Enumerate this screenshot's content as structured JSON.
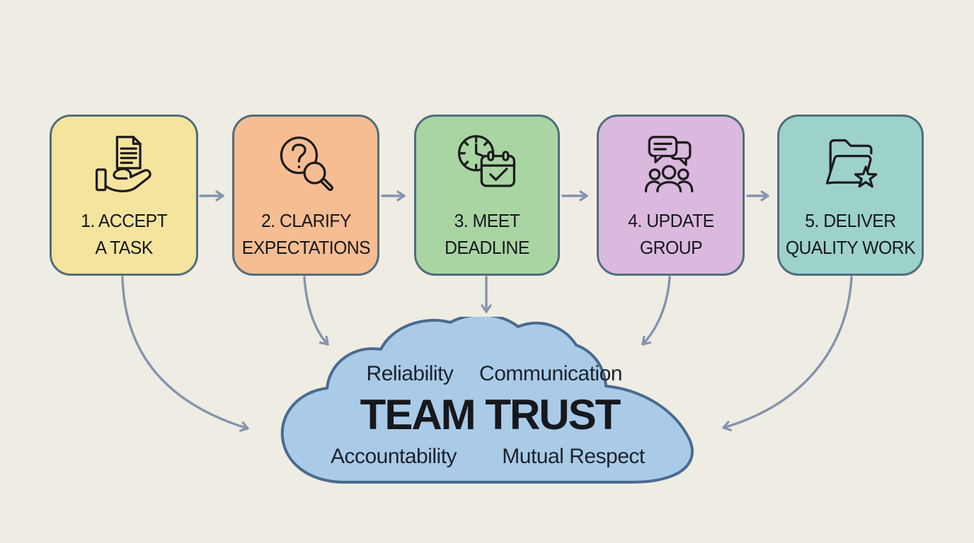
{
  "background_color": "#efece3",
  "steps": [
    {
      "line1": "1. ACCEPT",
      "line2": "A TASK",
      "color": "#f5e49e",
      "icon": "hand-document-icon"
    },
    {
      "line1": "2. CLARIFY",
      "line2": "EXPECTATIONS",
      "color": "#f6bd92",
      "icon": "question-magnifier-icon"
    },
    {
      "line1": "3. MEET",
      "line2": "DEADLINE",
      "color": "#a9d5a3",
      "icon": "clock-calendar-icon"
    },
    {
      "line1": "4. UPDATE",
      "line2": "GROUP",
      "color": "#dbb9df",
      "icon": "chat-group-icon"
    },
    {
      "line1": "5. DELIVER",
      "line2": "QUALITY WORK",
      "color": "#9dd2cb",
      "icon": "folder-star-icon"
    }
  ],
  "cloud": {
    "title": "TEAM TRUST",
    "values": [
      "Reliability",
      "Communication",
      "Accountability",
      "Mutual Respect"
    ],
    "fill": "#a9cbe8",
    "border": "#4a6b90"
  },
  "colors": {
    "box_border": "#4f6e7d",
    "arrow": "#8494af",
    "text": "#15181d"
  }
}
